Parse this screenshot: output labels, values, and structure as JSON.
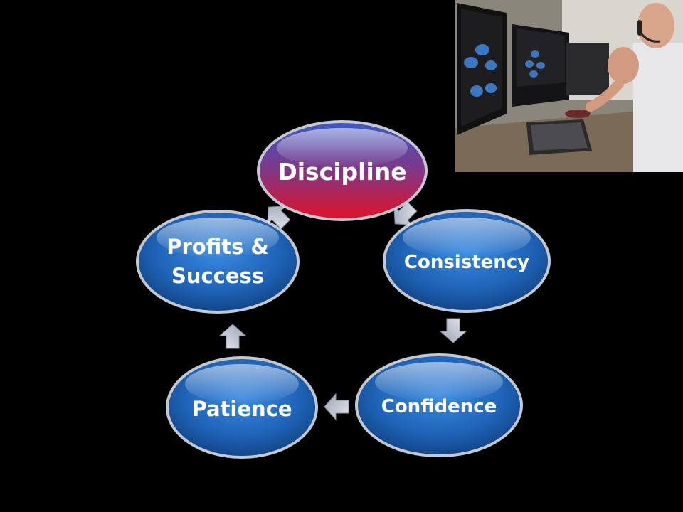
{
  "diagram": {
    "nodes": [
      {
        "id": "discipline",
        "lines": [
          "Discipline"
        ],
        "highlight": true
      },
      {
        "id": "consistency",
        "lines": [
          "Consistency"
        ],
        "highlight": false
      },
      {
        "id": "confidence",
        "lines": [
          "Confidence"
        ],
        "highlight": false
      },
      {
        "id": "patience",
        "lines": [
          "Patience"
        ],
        "highlight": false
      },
      {
        "id": "profits",
        "lines": [
          "Profits &",
          "Success"
        ],
        "highlight": false
      }
    ],
    "flow": [
      "discipline",
      "consistency",
      "confidence",
      "patience",
      "profits",
      "discipline"
    ]
  },
  "colors": {
    "background": "#000000",
    "node_blue": "#1f64b8",
    "node_highlight_top": "#3d4fb0",
    "node_highlight_bottom": "#e0122a",
    "arrow": "#bcc3cf"
  },
  "webcam": {
    "visible": true,
    "description_icon": "presenter-webcam-icon"
  }
}
